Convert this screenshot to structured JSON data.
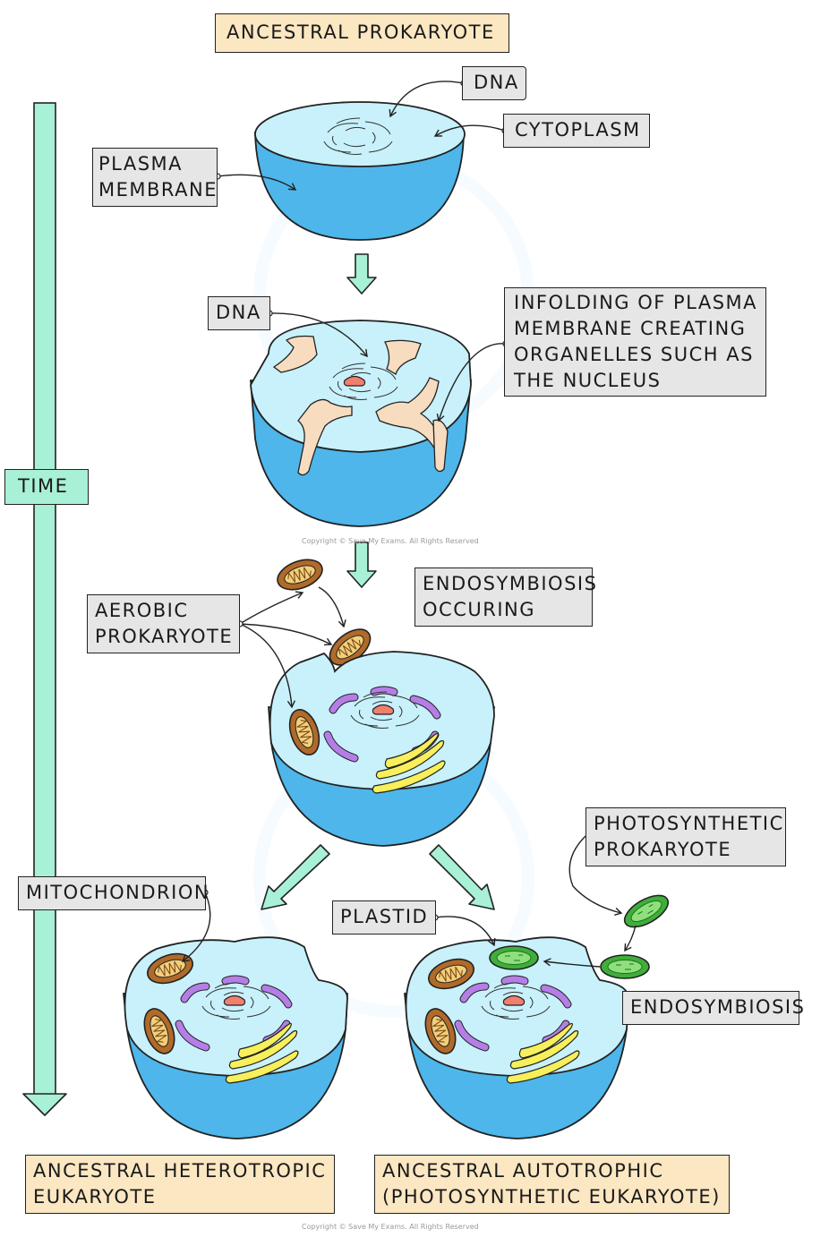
{
  "labels": {
    "ancestral_prokaryote": "ANCESTRAL PROKARYOTE",
    "dna_top": "DNA",
    "cytoplasm": "CYTOPLASM",
    "plasma_membrane": [
      "PLASMA",
      "MEMBRANE"
    ],
    "dna_mid": "DNA",
    "infolding": [
      "INFOLDING OF PLASMA",
      "MEMBRANE CREATING",
      "ORGANELLES SUCH AS",
      "THE NUCLEUS"
    ],
    "time": "TIME",
    "aerobic_prokaryote": [
      "AEROBIC",
      "PROKARYOTE"
    ],
    "endosymbiosis_occuring": [
      "ENDOSYMBIOSIS",
      "OCCURING"
    ],
    "photosynthetic_prokaryote": [
      "PHOTOSYNTHETIC",
      "PROKARYOTE"
    ],
    "mitochondrion": "MITOCHONDRION",
    "plastid": "PLASTID",
    "endosymbiosis": "ENDOSYMBIOSIS",
    "heterotropic": [
      "ANCESTRAL HETEROTROPIC",
      "EUKARYOTE"
    ],
    "autotrophic": [
      "ANCESTRAL AUTOTROPHIC",
      "(PHOTOSYNTHETIC EUKARYOTE)"
    ]
  },
  "copyright": "Copyright © Save My Exams. All Rights Reserved",
  "colors": {
    "cell_top": "#c8f1fb",
    "cell_side": "#4eb6ea",
    "infold": "#f7dcc0",
    "nucleus": "#f07f6e",
    "er": "#b57ee6",
    "golgi": "#f7ef5b",
    "mito_outer": "#b06a2a",
    "mito_inner": "#f3cf7a",
    "plastid_outer": "#3fae3a",
    "plastid_inner": "#8fe07d",
    "arrow_fill": "#a8f0d6",
    "tag_fill": "#e6e6e6",
    "cream_fill": "#fbe7c2"
  }
}
